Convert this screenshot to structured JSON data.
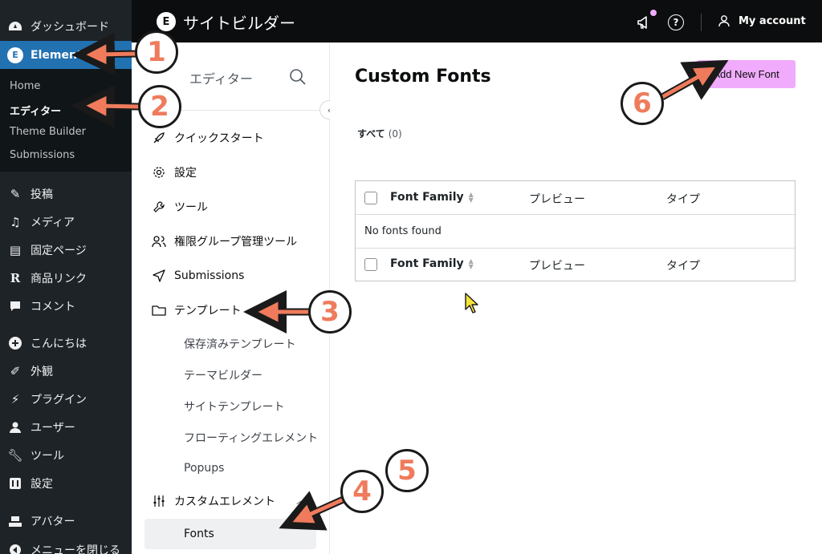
{
  "wp_sidebar": {
    "items": [
      {
        "label": "ダッシュボード",
        "icon": "dashboard-icon"
      },
      {
        "label": "Elementor",
        "icon": "elementor-icon"
      },
      {
        "label": "投稿",
        "icon": "pin-icon"
      },
      {
        "label": "メディア",
        "icon": "media-icon"
      },
      {
        "label": "固定ページ",
        "icon": "page-icon"
      },
      {
        "label": "商品リンク",
        "icon": "r-icon"
      },
      {
        "label": "コメント",
        "icon": "comment-icon"
      },
      {
        "label": "こんにちは",
        "icon": "plus-icon"
      },
      {
        "label": "外観",
        "icon": "brush-icon"
      },
      {
        "label": "プラグイン",
        "icon": "plugin-icon"
      },
      {
        "label": "ユーザー",
        "icon": "user-icon"
      },
      {
        "label": "ツール",
        "icon": "wrench-icon"
      },
      {
        "label": "設定",
        "icon": "settings-icon"
      },
      {
        "label": "アバター",
        "icon": "avatar-icon"
      },
      {
        "label": "メニューを閉じる",
        "icon": "collapse-icon"
      }
    ],
    "submenu": [
      "Home",
      "エディター",
      "Theme Builder",
      "Submissions"
    ]
  },
  "topbar": {
    "title": "サイトビルダー",
    "account": "My account",
    "help_glyph": "?"
  },
  "elementor_nav": {
    "search_label": "エディター",
    "items": {
      "quickstart": "クイックスタート",
      "settings": "設定",
      "tools": "ツール",
      "roles": "権限グループ管理ツール",
      "submissions": "Submissions",
      "templates": "テンプレート",
      "custom_elements": "カスタムエレメント"
    },
    "template_subs": [
      "保存済みテンプレート",
      "テーマビルダー",
      "サイトテンプレート",
      "フローティングエレメント",
      "Popups"
    ],
    "fonts": "Fonts"
  },
  "main": {
    "title": "Custom Fonts",
    "add_button": "Add New Font",
    "filter_all": "すべて",
    "filter_count": "(0)",
    "table": {
      "col_family": "Font Family",
      "col_preview": "プレビュー",
      "col_type": "タイプ",
      "empty": "No fonts found"
    }
  },
  "annotations": {
    "badges": [
      "1",
      "2",
      "3",
      "4",
      "5",
      "6"
    ],
    "color": "#ef7b5c"
  },
  "colors": {
    "wp_sidebar_bg": "#1d2327",
    "wp_active": "#2271b1",
    "topbar_bg": "#0c0d0e",
    "accent_pink": "#f0abfc"
  }
}
